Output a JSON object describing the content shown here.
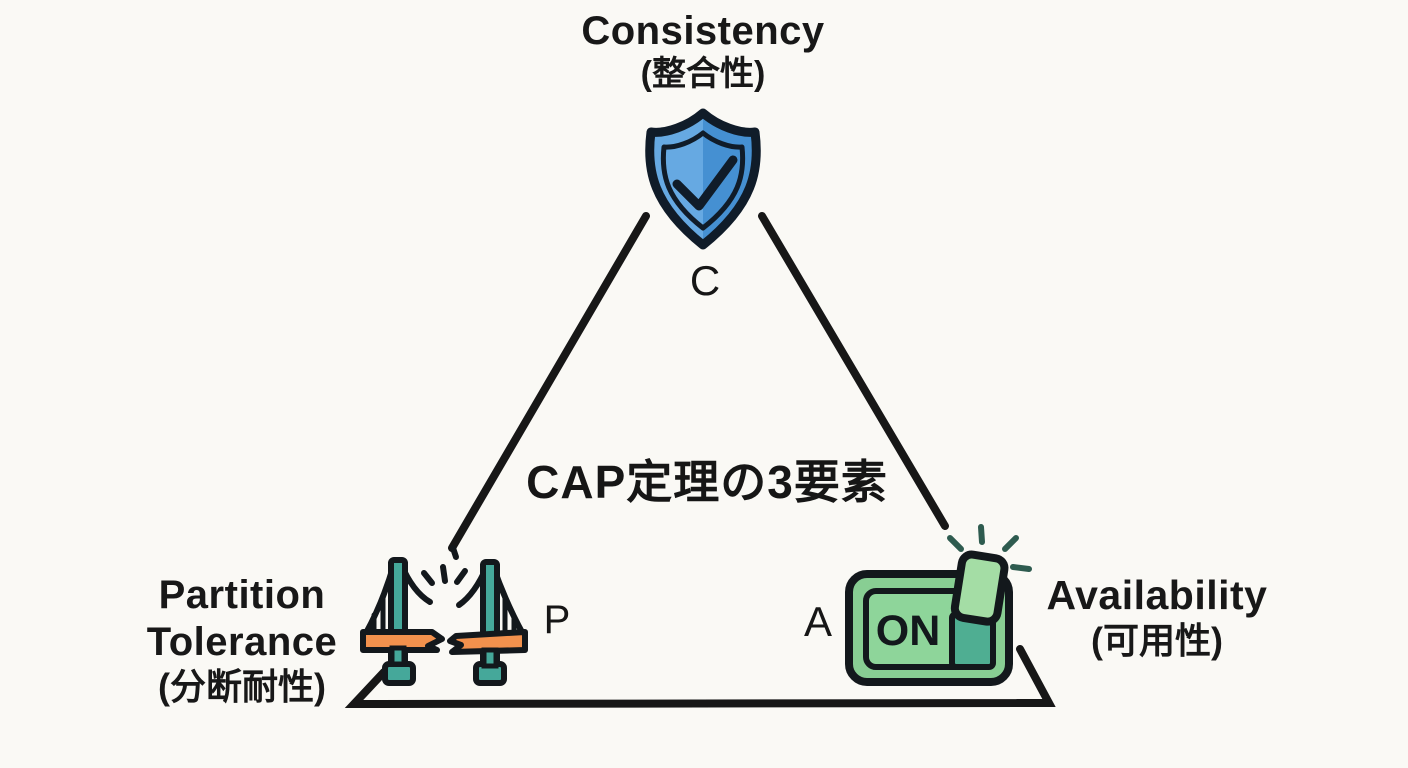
{
  "title": "CAP定理の3要素",
  "background_color": "#faf9f5",
  "triangle": {
    "stroke_color": "#171717"
  },
  "vertices": {
    "consistency": {
      "label_en": "Consistency",
      "label_ja": "(整合性)",
      "letter": "C",
      "icon": "shield-check-icon",
      "colors": {
        "shield_light_blue": "#66a9e2",
        "shield_dark_blue": "#4590d2",
        "outline": "#101c29"
      }
    },
    "partition_tolerance": {
      "label_en_line1": "Partition",
      "label_en_line2": "Tolerance",
      "label_ja": "(分断耐性)",
      "letter": "P",
      "icon": "broken-bridge-icon",
      "colors": {
        "tower_teal": "#45a89a",
        "deck_orange": "#f2914d",
        "outline": "#13181c"
      }
    },
    "availability": {
      "label_en": "Availability",
      "label_ja": "(可用性)",
      "letter": "A",
      "icon": "power-switch-icon",
      "switch_label": "ON",
      "colors": {
        "body_green": "#88ce93",
        "lever_green": "#a4dda5",
        "slot_teal": "#4fae92",
        "spark_teal": "#2e5b4f",
        "outline": "#13181c"
      }
    }
  }
}
